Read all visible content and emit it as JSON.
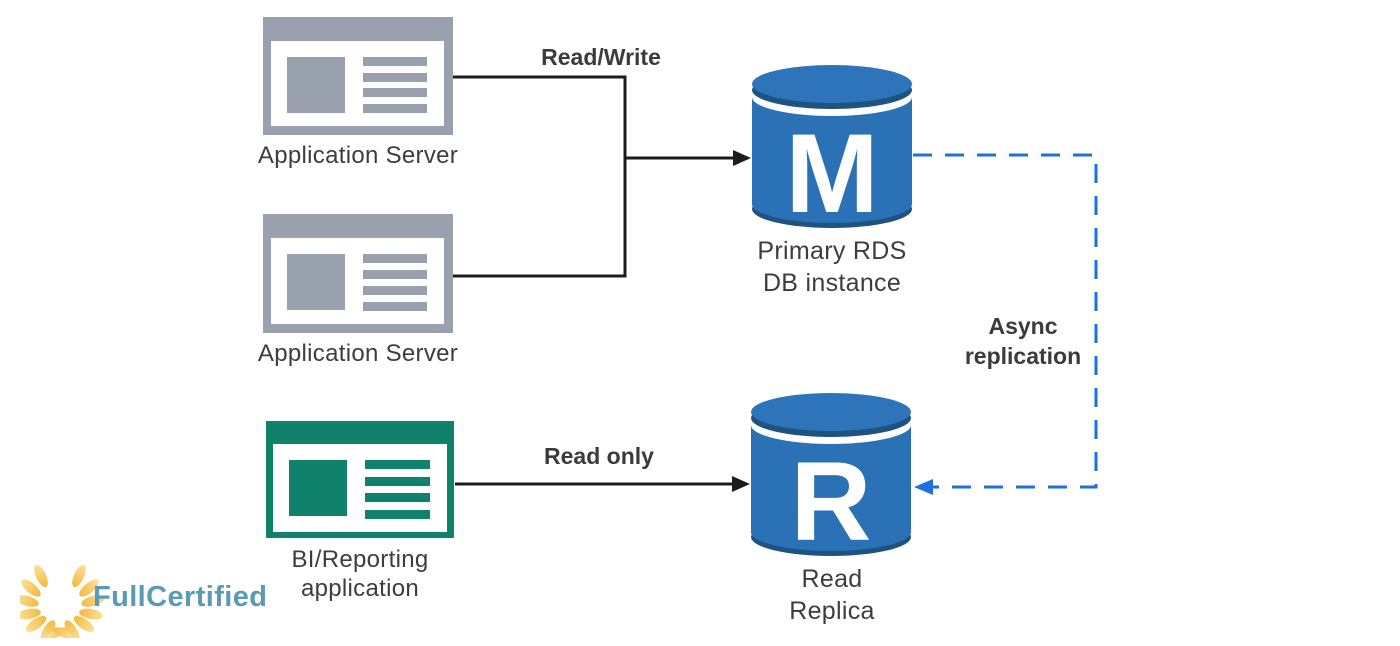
{
  "diagram": {
    "nodes": {
      "app_server_1": {
        "label": "Application Server"
      },
      "app_server_2": {
        "label": "Application Server"
      },
      "bi_app": {
        "label_line1": "BI/Reporting",
        "label_line2": "application"
      },
      "primary_db": {
        "letter": "M",
        "label_line1": "Primary RDS",
        "label_line2": "DB instance"
      },
      "read_replica": {
        "letter": "R",
        "label_line1": "Read",
        "label_line2": "Replica"
      }
    },
    "edges": {
      "read_write": {
        "label": "Read/Write",
        "style": "solid",
        "color": "#1c1c1c"
      },
      "read_only": {
        "label": "Read only",
        "style": "solid",
        "color": "#1c1c1c"
      },
      "async_replication": {
        "label_line1": "Async",
        "label_line2": "replication",
        "style": "dashed",
        "color": "#1e6fe0"
      }
    }
  },
  "logo": {
    "text": "FullCertified",
    "text_color": "#5b9ab5",
    "wreath_color_top": "#fce09c",
    "wreath_color_bottom": "#f2ba3e"
  },
  "colors": {
    "background": "#ffffff",
    "server_box_gray": "#99a1ae",
    "bi_box_green": "#10826c",
    "cylinder_body": "#2b71b6",
    "cylinder_rim_dark": "#1e527f",
    "cylinder_lid": "#2e74ba",
    "cylinder_letter": "#ffffff",
    "edge_black": "#1c1c1c",
    "edge_blue": "#1e6fe0",
    "node_label_text": "#3d3d3d",
    "edge_label_text": "#3b3b3b"
  }
}
